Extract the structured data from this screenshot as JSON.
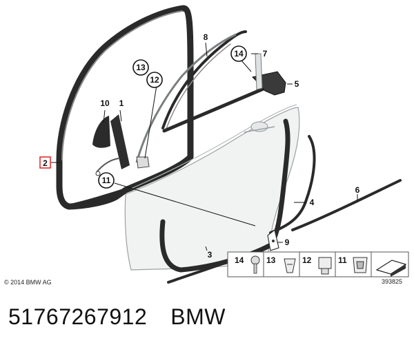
{
  "copyright": "© 2014 BMW AG",
  "drawing_number": "393825",
  "part_number": "51767267912",
  "brand": "BMW",
  "callouts": {
    "c1": "1",
    "c2": "2",
    "c3": "3",
    "c4": "4",
    "c5": "5",
    "c6": "6",
    "c7": "7",
    "c8": "8",
    "c9": "9",
    "c10": "10",
    "c11": "11",
    "c12": "12",
    "c13": "13",
    "c14": "14"
  },
  "legend": {
    "i14": "14",
    "i13": "13",
    "i12": "12",
    "i11": "11"
  },
  "colors": {
    "door_fill": "#f1f3f3",
    "seal": "#2a2a2a",
    "highlight_box": "#e02020"
  }
}
